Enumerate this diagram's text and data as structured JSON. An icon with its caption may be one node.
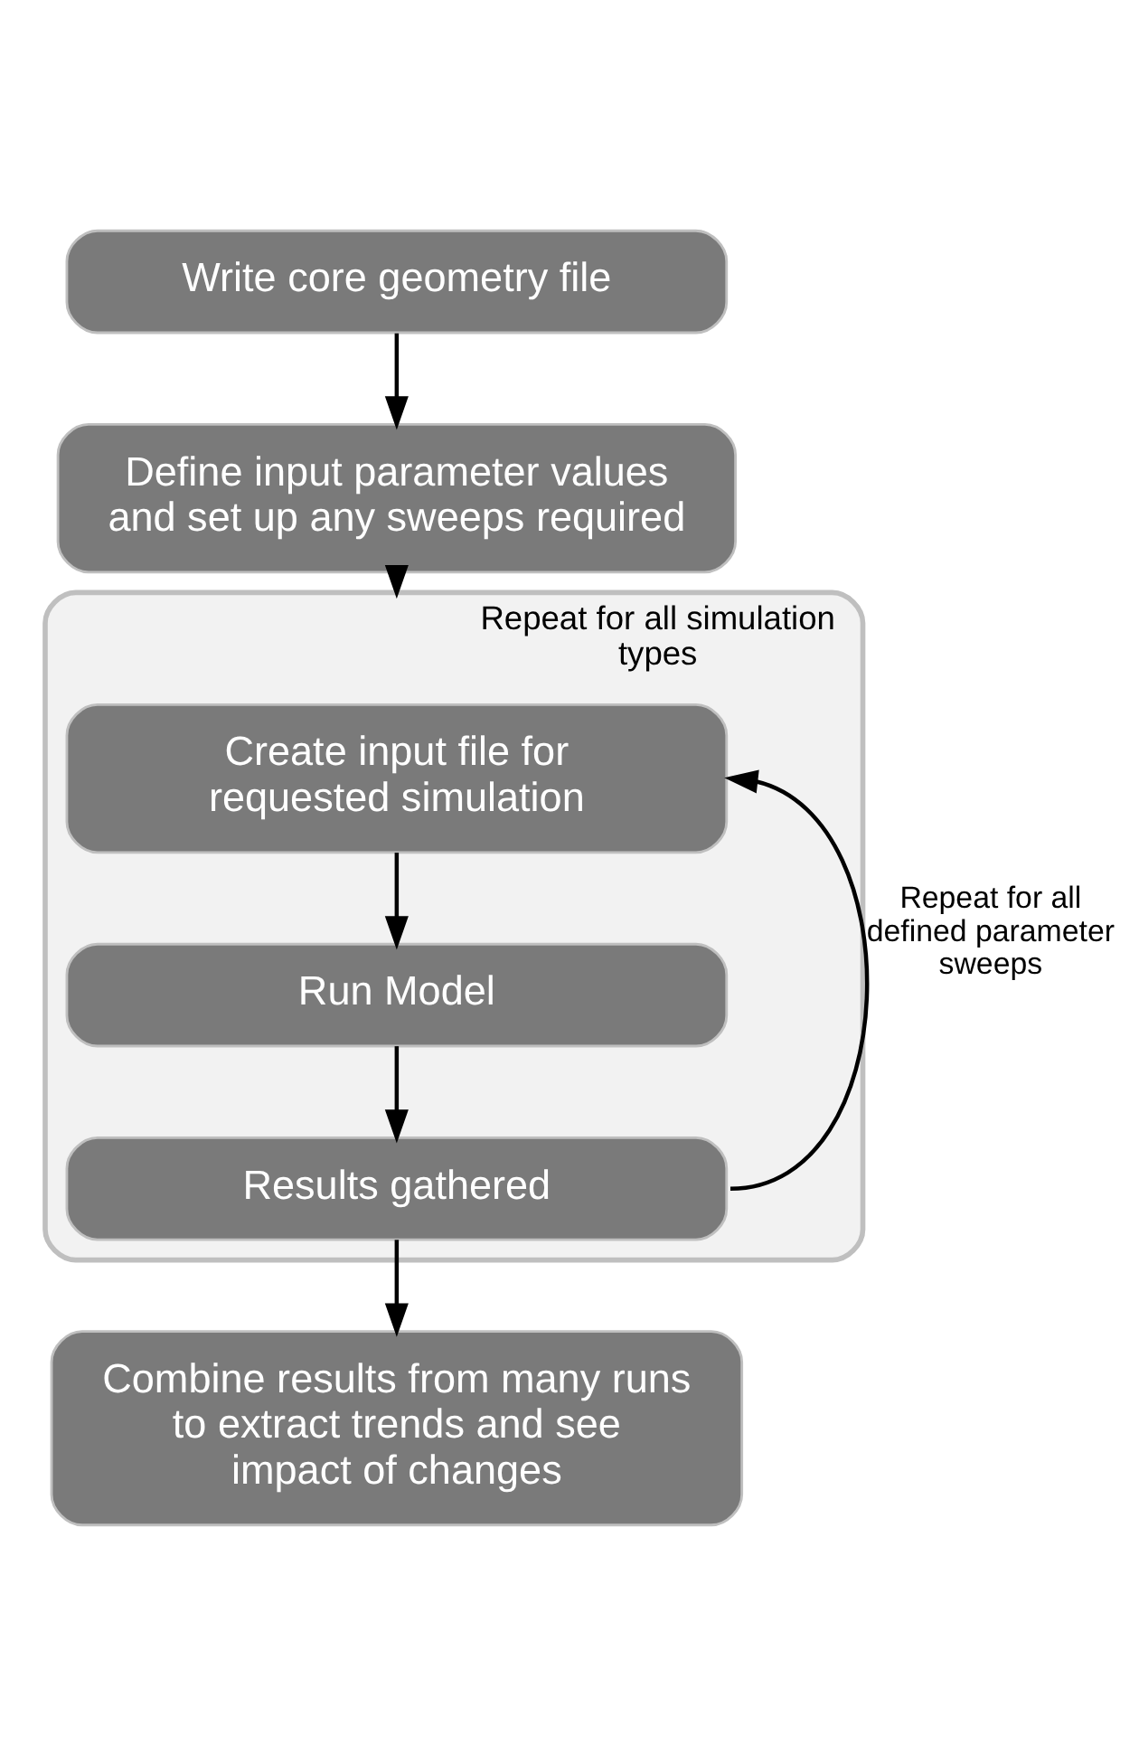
{
  "diagram": {
    "nodes": [
      {
        "text": [
          "Write core geometry file"
        ]
      },
      {
        "text": [
          "Define input parameter values and set up any sweeps required"
        ]
      },
      {
        "text": [
          "Repeat for all simulation types"
        ]
      },
      {
        "text": [
          "Create input file for requested simulation"
        ],
        "in": 2
      },
      {
        "text": [
          "Run Model"
        ],
        "in": 2
      },
      {
        "text": [
          "Results gathered"
        ],
        "in": 2
      },
      {
        "text": [
          "Combine results from many runs to extract trends and see impact of changes"
        ]
      }
    ],
    "edges": [
      {
        "from": 0,
        "to": 1,
        "arrow": "to"
      },
      {
        "from": 1,
        "to": 2,
        "arrow": "to"
      },
      {
        "from": 3,
        "to": 4,
        "arrow": "to"
      },
      {
        "from": 4,
        "to": 5,
        "arrow": "to"
      },
      {
        "from": 5,
        "to": 6,
        "arrow": "to"
      },
      {
        "from": 5,
        "to": 3,
        "arrow": "to",
        "label": "Repeat for all defined parameter sweeps"
      }
    ]
  }
}
